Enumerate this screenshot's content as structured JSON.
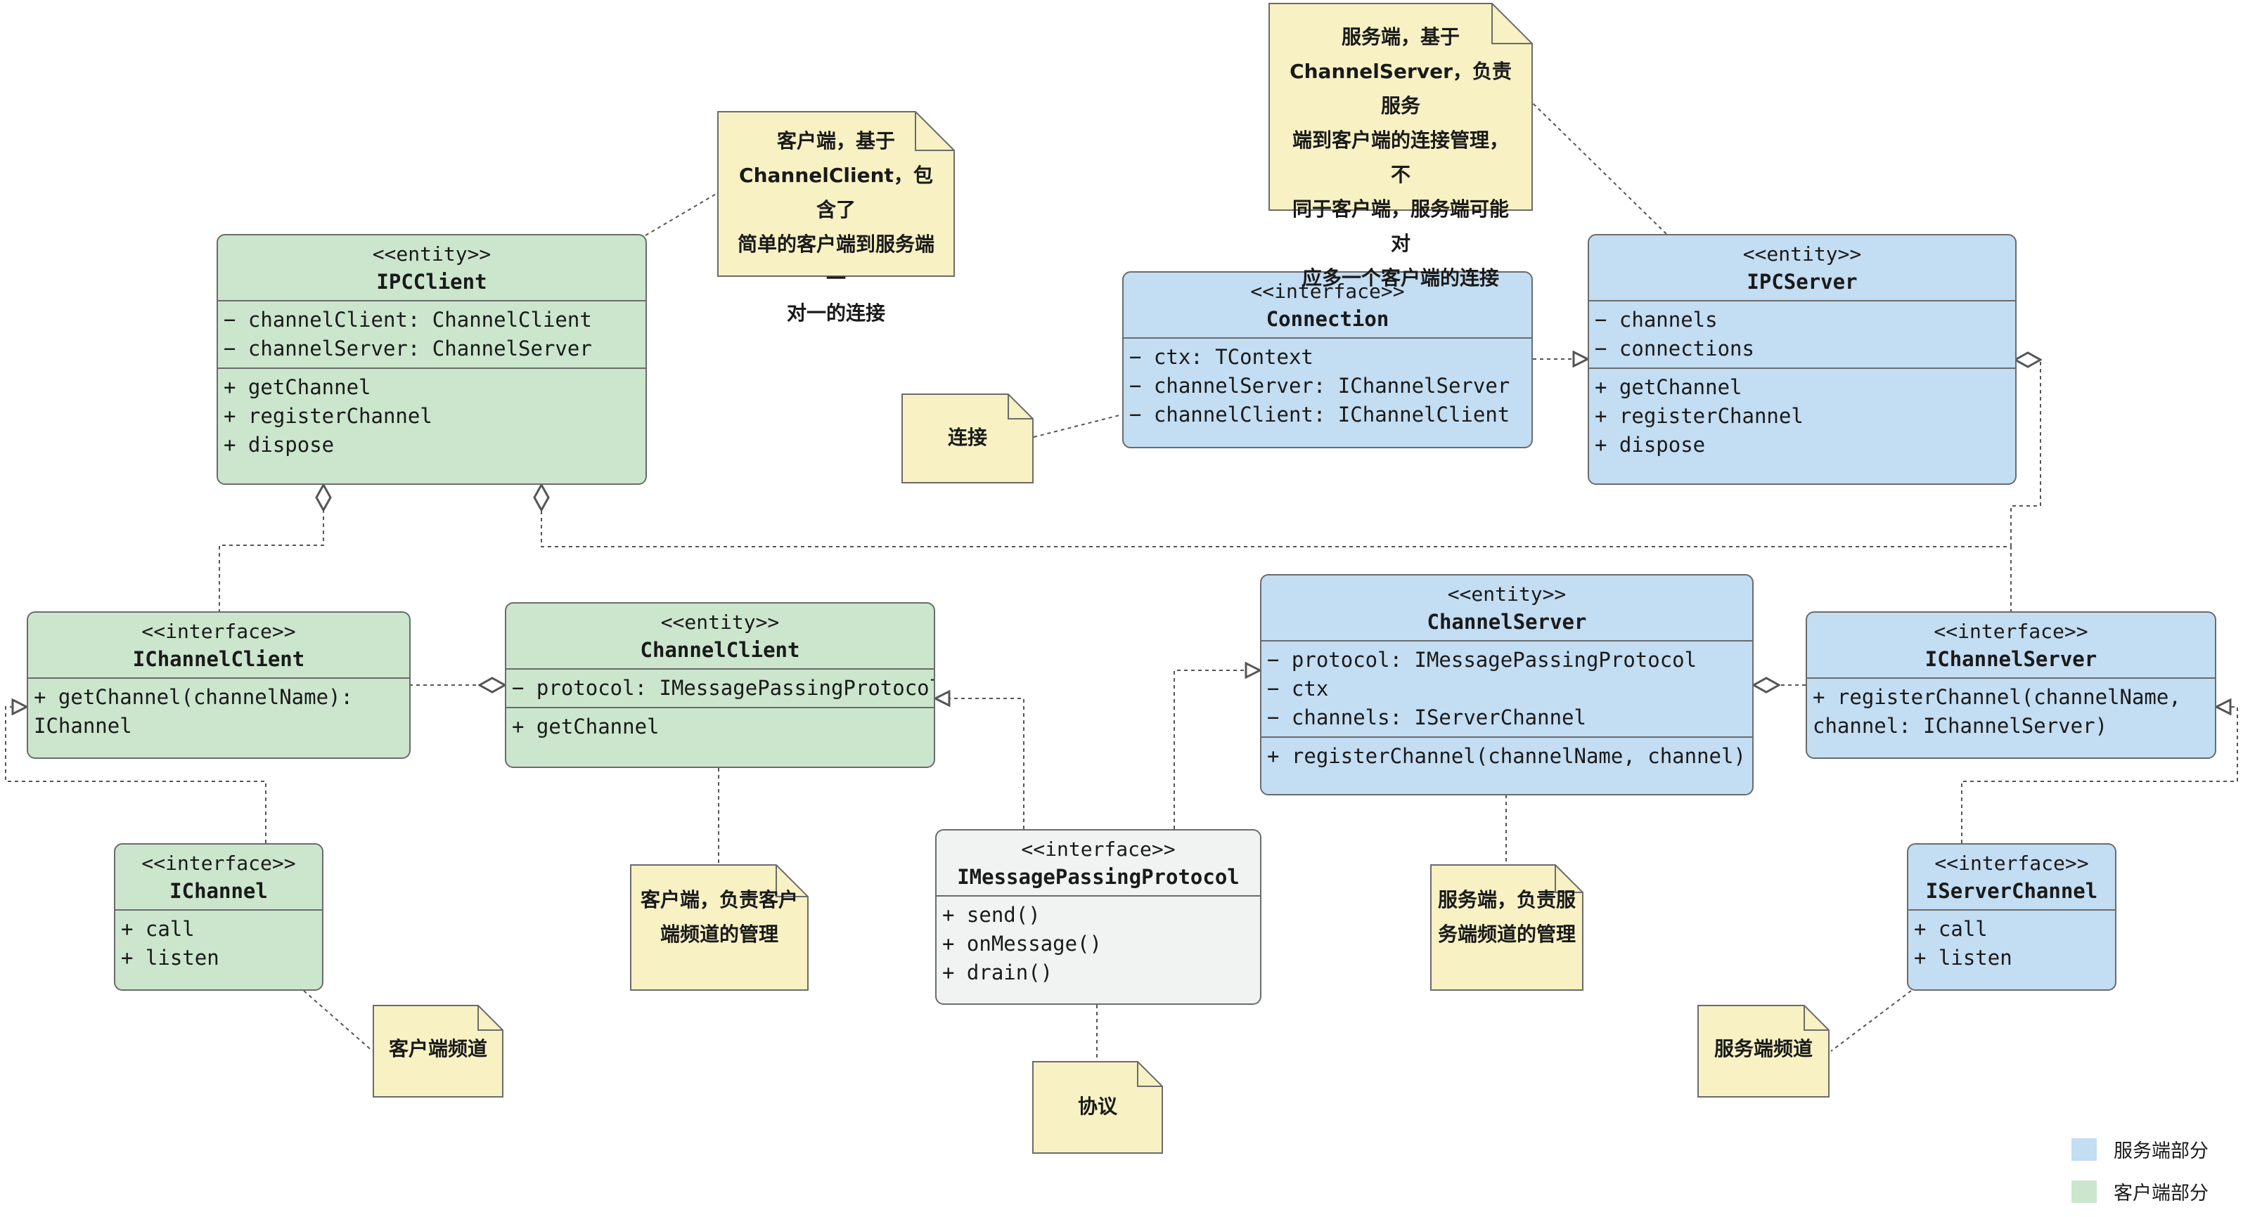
{
  "colors": {
    "client": "#cbe6cd",
    "server": "#c3ddf2",
    "protocol": "#f1f3f2",
    "note": "#f7f1c4",
    "border": "#6b6b6b"
  },
  "classes": {
    "ipc_client": {
      "stereotype": "<<entity>>",
      "name": "IPCClient",
      "attributes": [
        "− channelClient: ChannelClient",
        "− channelServer: ChannelServer"
      ],
      "methods": [
        "+ getChannel",
        "+ registerChannel",
        "+ dispose"
      ]
    },
    "connection": {
      "stereotype": "<<interface>>",
      "name": "Connection",
      "attributes": [
        "− ctx: TContext",
        "− channelServer: IChannelServer",
        "− channelClient: IChannelClient"
      ]
    },
    "ipc_server": {
      "stereotype": "<<entity>>",
      "name": "IPCServer",
      "attributes": [
        "− channels",
        "− connections"
      ],
      "methods": [
        "+ getChannel",
        "+ registerChannel",
        "+ dispose"
      ]
    },
    "ichannel_client": {
      "stereotype": "<<interface>>",
      "name": "IChannelClient",
      "methods": [
        "+ getChannel(channelName):",
        "IChannel"
      ]
    },
    "channel_client": {
      "stereotype": "<<entity>>",
      "name": "ChannelClient",
      "attributes": [
        "− protocol: IMessagePassingProtocol"
      ],
      "methods": [
        "+ getChannel"
      ]
    },
    "channel_server": {
      "stereotype": "<<entity>>",
      "name": "ChannelServer",
      "attributes": [
        "− protocol: IMessagePassingProtocol",
        "− ctx",
        "− channels: IServerChannel"
      ],
      "methods": [
        "+ registerChannel(channelName, channel)"
      ]
    },
    "ichannel_server": {
      "stereotype": "<<interface>>",
      "name": "IChannelServer",
      "methods": [
        "+ registerChannel(channelName,",
        "channel: IChannelServer)"
      ]
    },
    "ichannel": {
      "stereotype": "<<interface>>",
      "name": "IChannel",
      "methods": [
        "+ call",
        "+ listen"
      ]
    },
    "imessage_protocol": {
      "stereotype": "<<interface>>",
      "name": "IMessagePassingProtocol",
      "methods": [
        "+ send()",
        "+ onMessage()",
        "+ drain()"
      ]
    },
    "iserver_channel": {
      "stereotype": "<<interface>>",
      "name": "IServerChannel",
      "methods": [
        "+ call",
        "+ listen"
      ]
    }
  },
  "notes": {
    "server_note": [
      "服务端，基于",
      "ChannelServer，负责服务",
      "端到客户端的连接管理，不",
      "同于客户端，服务端可能对",
      "应多一个客户端的连接"
    ],
    "client_note": [
      "客户端，基于",
      "ChannelClient，包含了",
      "简单的客户端到服务端一",
      "对一的连接"
    ],
    "connection_note": [
      "连接"
    ],
    "client_channel_mgmt": [
      "客户端，负责客户",
      "端频道的管理"
    ],
    "server_channel_mgmt": [
      "服务端，负责服",
      "务端频道的管理"
    ],
    "client_channel": [
      "客户端频道"
    ],
    "protocol_note": [
      "协议"
    ],
    "server_channel": [
      "服务端频道"
    ]
  },
  "legend": [
    {
      "label": "服务端部分",
      "color": "#c3ddf2"
    },
    {
      "label": "客户端部分",
      "color": "#cbe6cd"
    }
  ]
}
